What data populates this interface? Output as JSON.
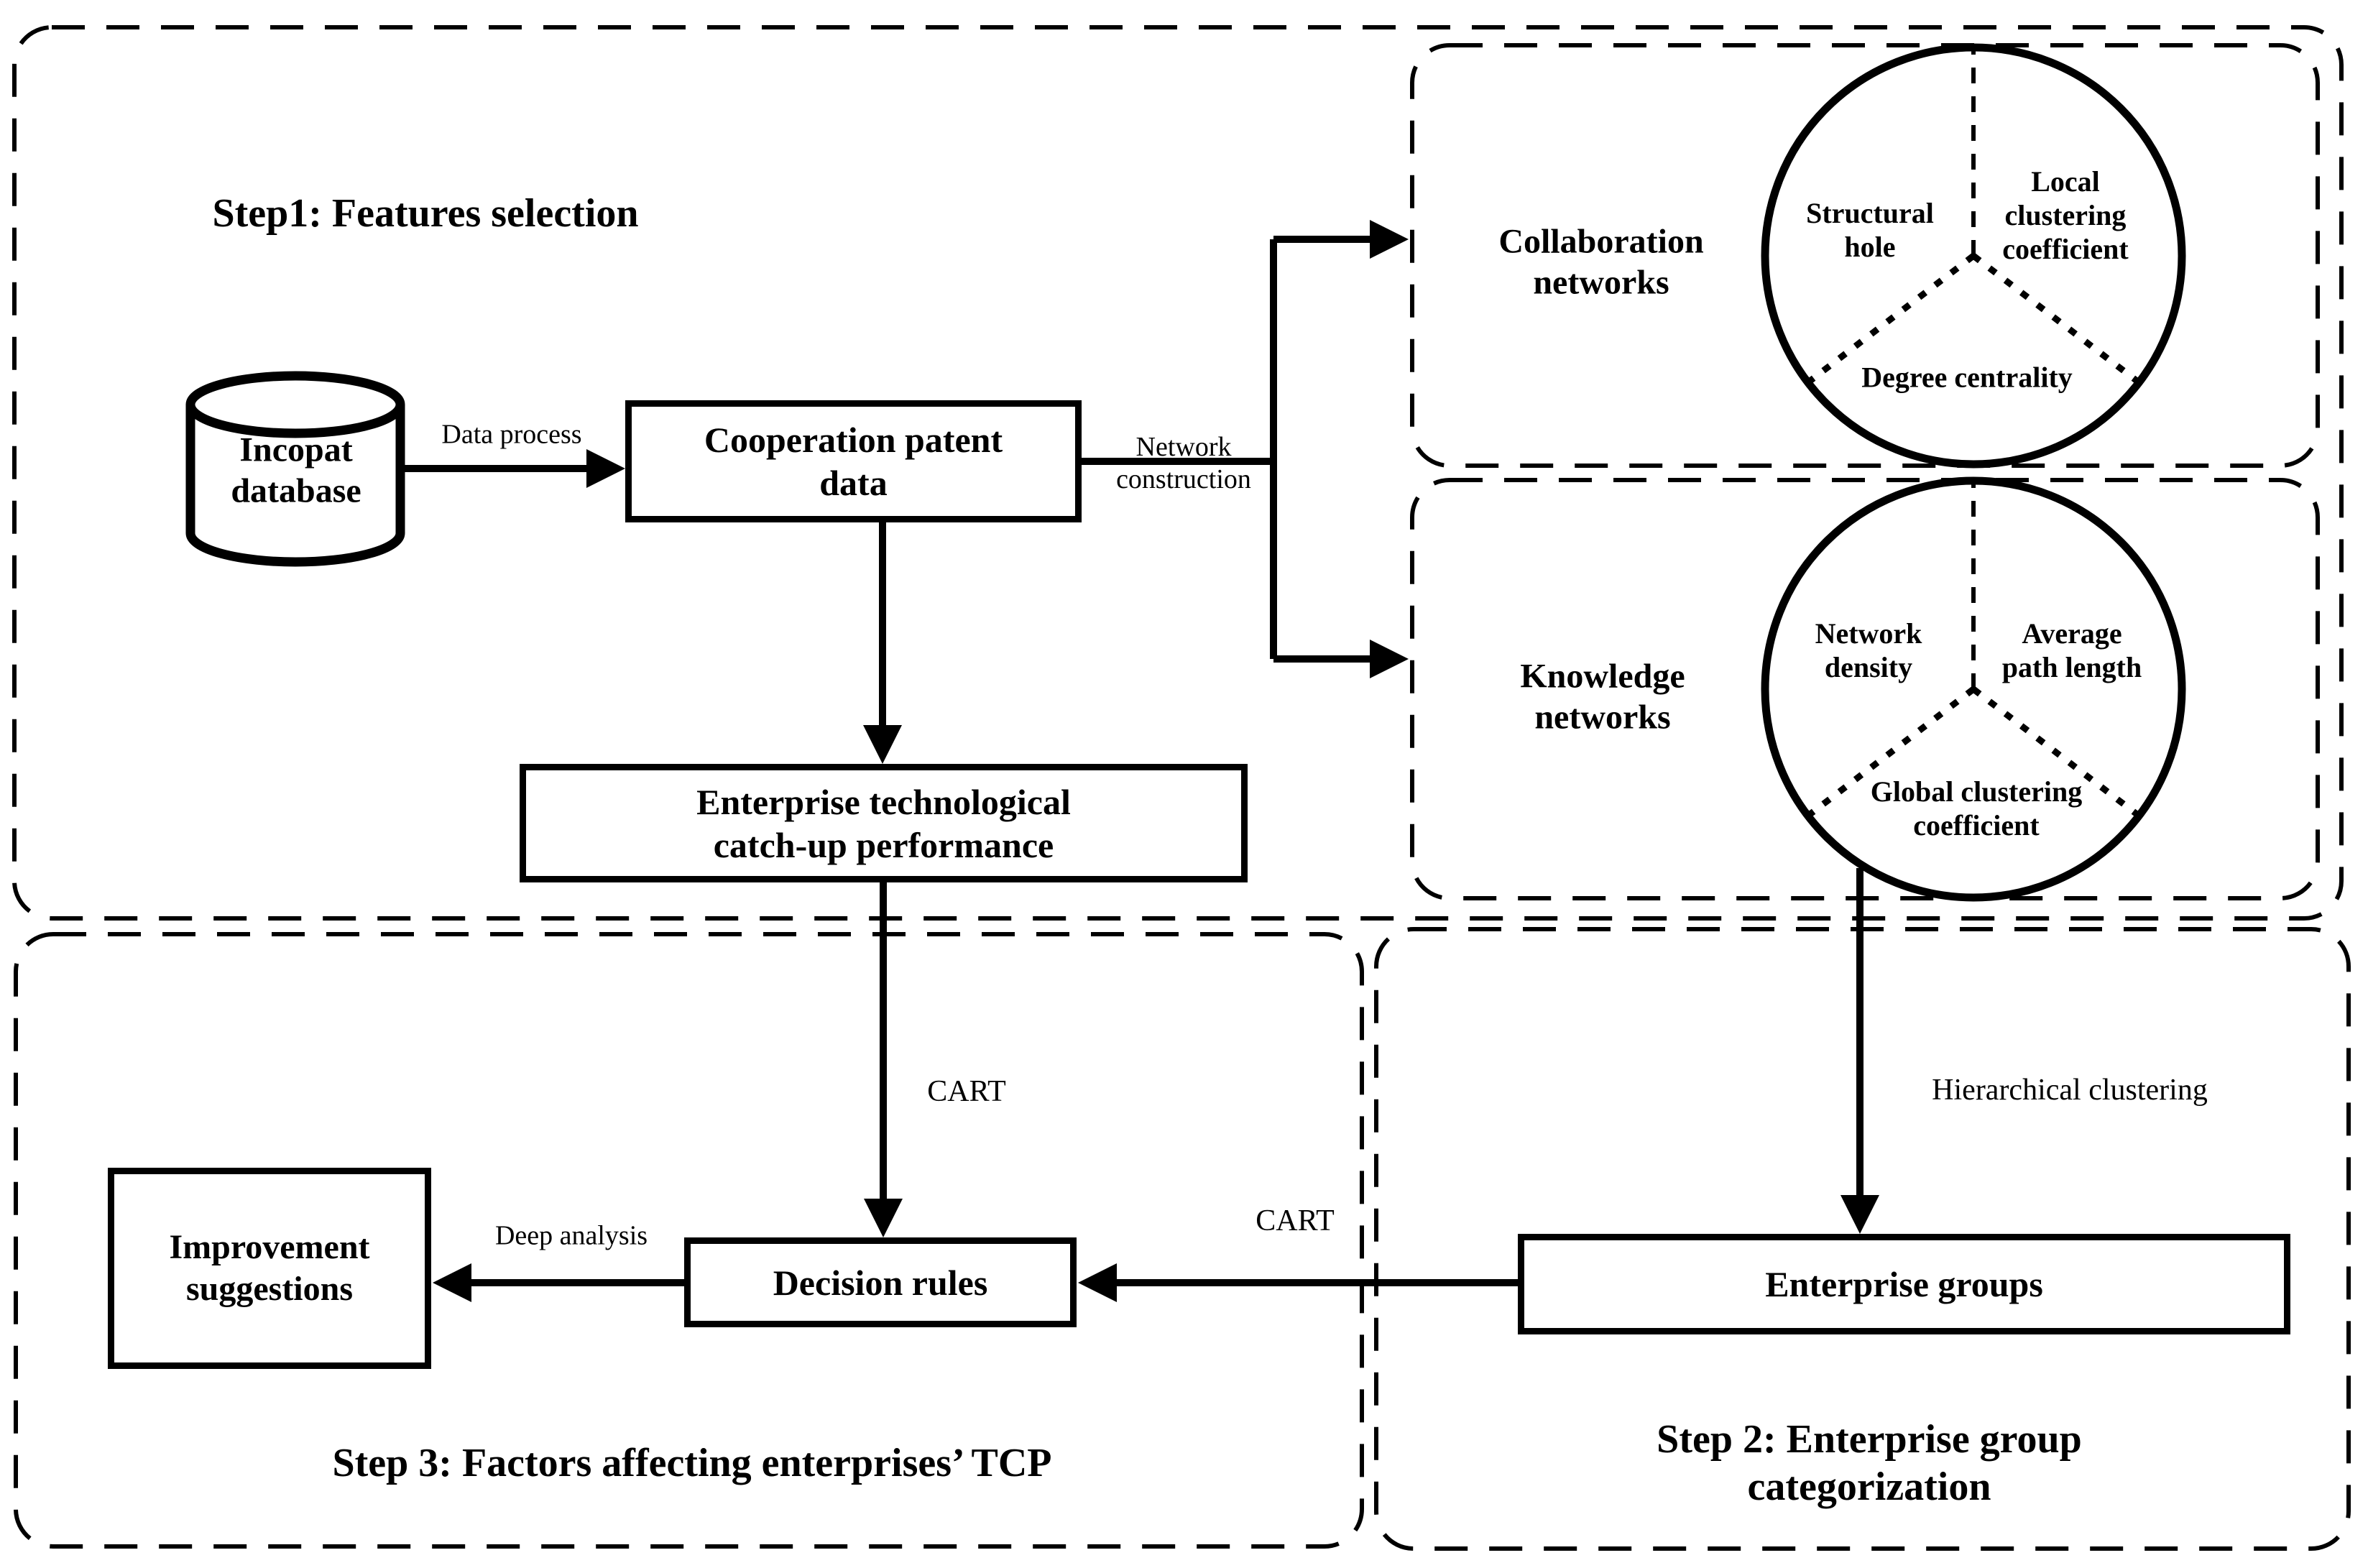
{
  "diagram": {
    "colors": {
      "ink": "#000000",
      "background": "#ffffff"
    },
    "step1": {
      "title": "Step1: Features selection",
      "database_label": "Incopat\ndatabase",
      "arrow_data_process": "Data process",
      "cooperation_patent_box": "Cooperation patent\ndata",
      "arrow_network_construction": "Network\nconstruction",
      "collaboration_networks": {
        "label": "Collaboration\nnetworks",
        "structural_hole": "Structural\nhole",
        "local_clustering_coefficient": "Local\nclustering\ncoefficient",
        "degree_centrality": "Degree centrality"
      },
      "knowledge_networks": {
        "label": "Knowledge\nnetworks",
        "network_density": "Network\ndensity",
        "average_path_length": "Average\npath length",
        "global_clustering_coefficient": "Global clustering\ncoefficient"
      },
      "catchup_box": "Enterprise technological\ncatch-up performance"
    },
    "step2": {
      "title": "Step 2: Enterprise group categorization",
      "arrow_hierarchical_clustering": "Hierarchical clustering",
      "enterprise_groups_box": "Enterprise groups"
    },
    "step3": {
      "title": "Step 3: Factors affecting enterprises’ TCP",
      "arrow_cart_vertical": "CART",
      "arrow_cart_horizontal": "CART",
      "decision_rules_box": "Decision rules",
      "arrow_deep_analysis": "Deep analysis",
      "improvement_box": "Improvement\nsuggestions"
    }
  }
}
